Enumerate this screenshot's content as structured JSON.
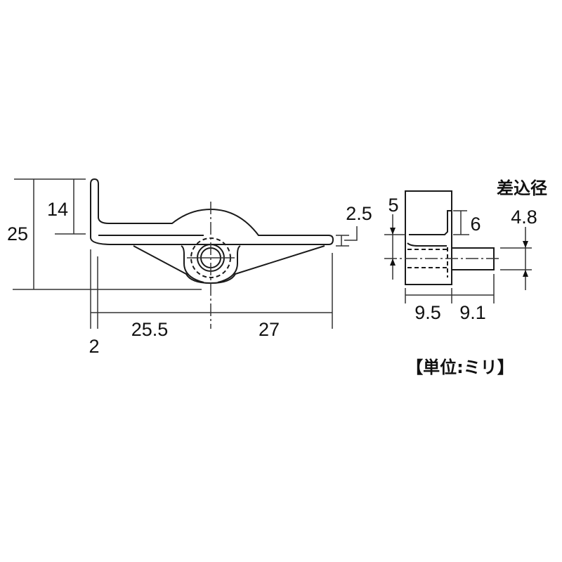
{
  "side_view": {
    "dimensions": {
      "total_height": "25",
      "flange_height": "14",
      "thickness_left": "2",
      "to_center": "25.5",
      "center_to_end": "27",
      "plate_thickness": "2.5"
    }
  },
  "pin_view": {
    "label": "差込径",
    "dimensions": {
      "offset": "5",
      "step": "6",
      "pin_diameter": "4.8",
      "body_width": "9.5",
      "pin_length": "9.1"
    }
  },
  "unit_note": "【単位:ミリ】"
}
